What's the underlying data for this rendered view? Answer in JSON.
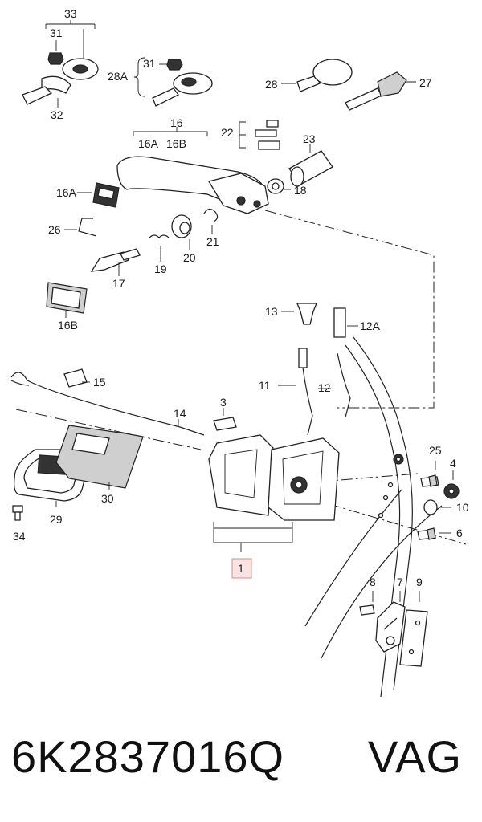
{
  "diagram": {
    "callouts": {
      "c1": "1",
      "c3": "3",
      "c4": "4",
      "c6": "6",
      "c7": "7",
      "c8": "8",
      "c9": "9",
      "c10": "10",
      "c11": "11",
      "c12": "12",
      "c12a": "12A",
      "c13": "13",
      "c14": "14",
      "c15": "15",
      "c16": "16",
      "c16a_top": "16A",
      "c16b_top": "16B",
      "c16a": "16A",
      "c16b": "16B",
      "c17": "17",
      "c18": "18",
      "c19": "19",
      "c20": "20",
      "c21": "21",
      "c22": "22",
      "c23": "23",
      "c25": "25",
      "c26": "26",
      "c27": "27",
      "c28": "28",
      "c28a": "28A",
      "c29": "29",
      "c30": "30",
      "c31a": "31",
      "c31b": "31",
      "c32": "32",
      "c33": "33",
      "c34": "34"
    },
    "highlighted_callout": "1",
    "highlight_color": "#fbe3e3"
  },
  "footer": {
    "part_number": "6K2837016Q",
    "brand": "VAG"
  }
}
